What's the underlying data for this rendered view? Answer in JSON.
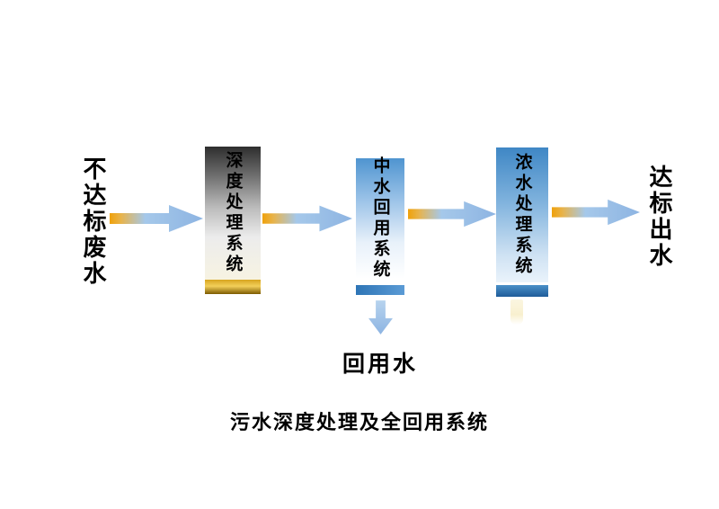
{
  "diagram": {
    "input_label": "不达标废水",
    "flow_boxes": [
      {
        "label": "深度处理系统"
      },
      {
        "label": "中水回用系统"
      },
      {
        "label": "浓水处理系统"
      }
    ],
    "output_label": "达标出水",
    "reuse_output_label": "回用水",
    "caption": "污水深度处理及全回用系统",
    "icons": {
      "flow_arrow": "right-block-arrow",
      "reuse_arrow": "down-block-arrow"
    },
    "colors": {
      "arrow_gold_start": "#EFA10B",
      "arrow_blue": "#8DB4E2",
      "box1_top_gray": "#2E2E2E",
      "box1_gold_bar": "#D7A41F",
      "box2_blue_top": "#4F94D0",
      "box3_blue_top": "#3F87C5",
      "blue_bar": "#2E75B6",
      "text_black": "#000000"
    }
  }
}
